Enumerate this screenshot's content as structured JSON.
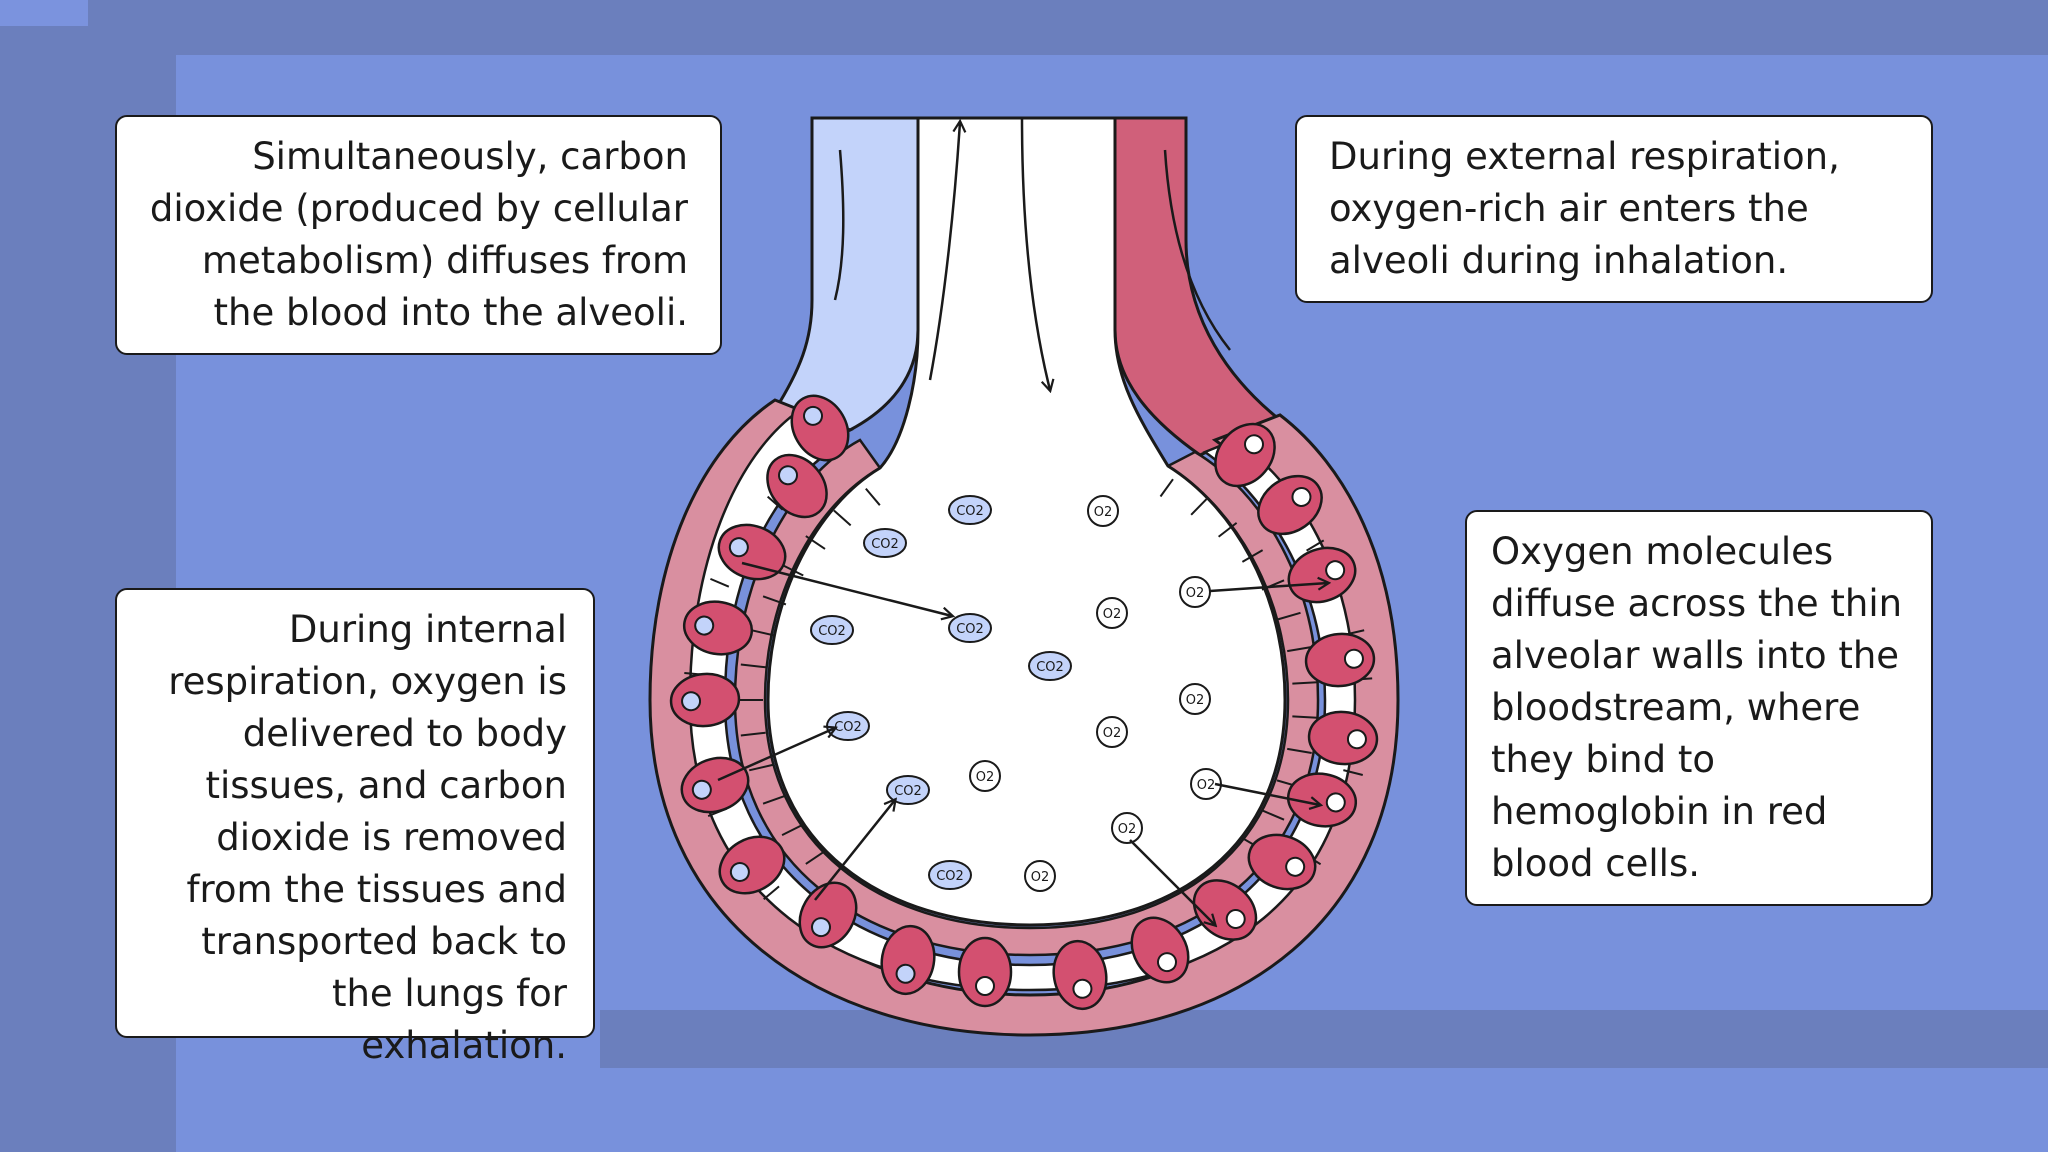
{
  "callouts": {
    "co2_diffusion": "Simultaneously, carbon dioxide (produced by cellular metabolism) diffuses from the blood into the alveoli.",
    "external_respiration": "During external respiration, oxygen-rich air enters the alveoli during inhalation.",
    "internal_respiration": "During internal respiration, oxygen is delivered to body tissues, and carbon dioxide is removed from the tissues and transported back to the lungs for exhalation.",
    "oxygen_diffusion": "Oxygen molecules diffuse across the thin alveolar walls into the bloodstream, where they bind to hemoglobin in red blood cells."
  },
  "molecules": {
    "co2": "CO2",
    "o2": "O2"
  },
  "colors": {
    "background": "#7891dc",
    "deoxygenated_blood": "#c3d3fa",
    "oxygenated_blood": "#d0607a",
    "alveolar_wall": "#d98fa0",
    "red_blood_cell": "#d35070",
    "co2_molecule": "#c3d3fa"
  }
}
